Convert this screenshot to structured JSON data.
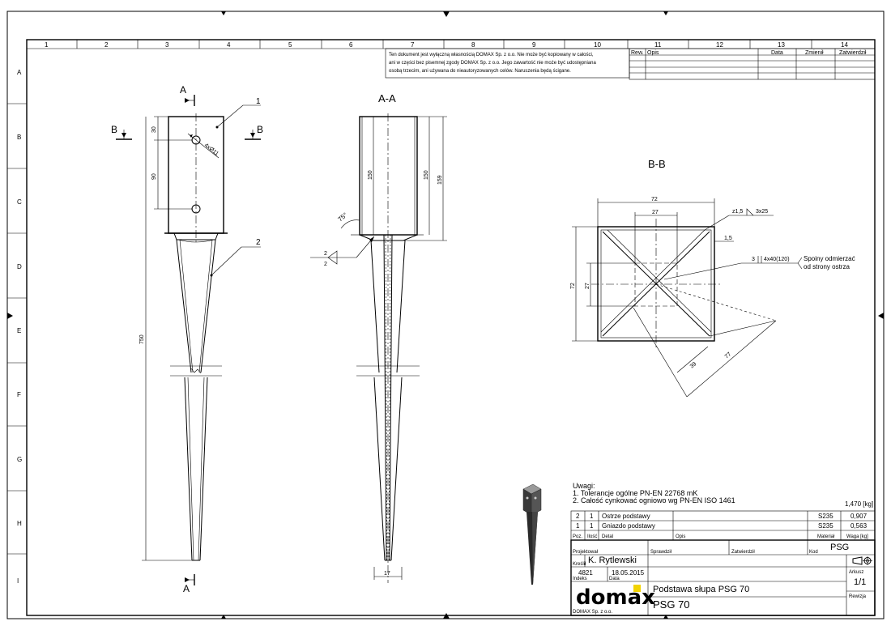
{
  "columns": [
    "1",
    "2",
    "3",
    "4",
    "5",
    "6",
    "7",
    "8",
    "9",
    "10",
    "11",
    "12",
    "13",
    "14"
  ],
  "rows": [
    "A",
    "B",
    "C",
    "D",
    "E",
    "F",
    "G",
    "H",
    "I"
  ],
  "disclaimer": {
    "line1": "Ten dokument jest wyłączną własnością DOMAX Sp. z o.o. Nie może być kopiowany w całości,",
    "line2": "ani w części bez pisemnej zgody DOMAX Sp. z o.o. Jego zawartość nie może być udostępniana",
    "line3": "osobą trzecim, ani używana do nieautoryzowanych celów. Naruszenia będą ścigane."
  },
  "revision_table": {
    "headers": [
      "Rew.",
      "Opis",
      "Data",
      "Zmienił",
      "Zatwierdził"
    ]
  },
  "views": {
    "front": {
      "section_a": "A",
      "section_b": "B",
      "balloon_1": "1",
      "balloon_2": "2",
      "dim_30": "30",
      "dim_90": "90",
      "dim_750": "750",
      "dim_holes": "4xØ11"
    },
    "section_aa": {
      "title": "A-A",
      "dim_150a": "150",
      "dim_150b": "150",
      "dim_159": "159",
      "dim_17": "17",
      "angle": "75°",
      "weld_2a": "2",
      "weld_2b": "2"
    },
    "section_bb": {
      "title": "B-B",
      "dim_72_top": "72",
      "dim_27_top": "27",
      "dim_72_left": "72",
      "dim_27_left": "27",
      "dim_1_5": "1,5",
      "dim_39": "39",
      "dim_77": "77",
      "weld_z": "z1,5",
      "weld_3x25": "3x25",
      "weld_3": "3",
      "weld_4x40": "4x40(120)",
      "note_line1": "Spoiny odmierzać",
      "note_line2": "od strony ostrza"
    }
  },
  "notes": {
    "heading": "Uwagi:",
    "line1": "1. Tolerancje ogólne PN-EN 22768 mK",
    "line2": "2. Całość cynkować ogniowo wg PN-EN ISO 1461"
  },
  "total_mass": "1,470 [kg]",
  "parts_list": {
    "rows": [
      {
        "pos": "2",
        "qty": "1",
        "detail": "Ostrze podstawy",
        "material": "S235",
        "mass": "0,907"
      },
      {
        "pos": "1",
        "qty": "1",
        "detail": "Gniazdo podstawy",
        "material": "S235",
        "mass": "0,563"
      }
    ],
    "headers": {
      "pos": "Poz.",
      "qty": "Ilość",
      "detail": "Detal",
      "desc": "Opis",
      "material": "Materiał",
      "mass": "Waga [kg]"
    }
  },
  "title_block": {
    "designed_label": "Projektował",
    "checked_label": "Sprawdził",
    "approved_label": "Zatwierdził",
    "code_label": "Kod",
    "code": "PSG",
    "designer": "K. Rytlewski",
    "drawing_label": "Kreślił",
    "index": "4821",
    "index_label": "Indeks",
    "date": "18.05.2015",
    "date_label": "Data",
    "sheet_label": "Arkusz",
    "sheet": "1/1",
    "revision_label": "Rewizja",
    "title": "Podstawa słupa PSG 70",
    "subtitle": "PSG 70",
    "brand": "domax",
    "company": "DOMAX Sp. z o.o.",
    "brand_color": "#f2d300"
  }
}
